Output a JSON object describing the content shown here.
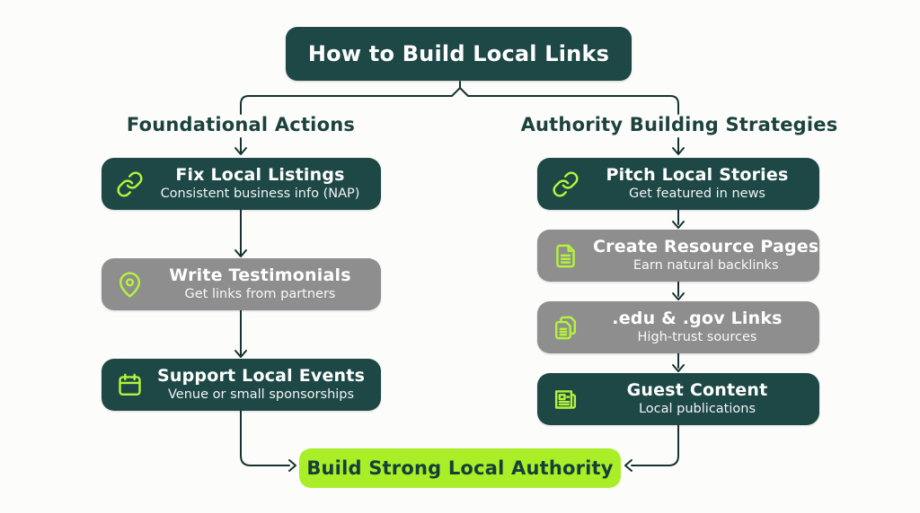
{
  "title": "How to Build Local Links",
  "columns": [
    {
      "header": "Foundational Actions",
      "items": [
        {
          "icon": "link-icon",
          "style": "dark",
          "title": "Fix Local Listings",
          "subtitle": "Consistent business info (NAP)"
        },
        {
          "icon": "location-pin-icon",
          "style": "gray",
          "title": "Write Testimonials",
          "subtitle": "Get links from partners"
        },
        {
          "icon": "calendar-icon",
          "style": "dark",
          "title": "Support Local Events",
          "subtitle": "Venue or small sponsorships"
        }
      ]
    },
    {
      "header": "Authority Building Strategies",
      "items": [
        {
          "icon": "link-icon",
          "style": "dark",
          "title": "Pitch Local Stories",
          "subtitle": "Get featured in news"
        },
        {
          "icon": "document-icon",
          "style": "gray",
          "title": "Create Resource Pages",
          "subtitle": "Earn natural backlinks"
        },
        {
          "icon": "documents-icon",
          "style": "gray",
          "title": ".edu & .gov Links",
          "subtitle": "High-trust sources"
        },
        {
          "icon": "newspaper-icon",
          "style": "dark",
          "title": "Guest Content",
          "subtitle": "Local publications"
        }
      ]
    }
  ],
  "footer": "Build Strong Local Authority",
  "colors": {
    "box_dark_teal": "#1d4845",
    "box_gray": "#8e8e8e",
    "footer_lime": "#a9ee27",
    "icon_lime": "#b5f23d",
    "connector": "#14332f",
    "header_text": "#1c423e"
  }
}
